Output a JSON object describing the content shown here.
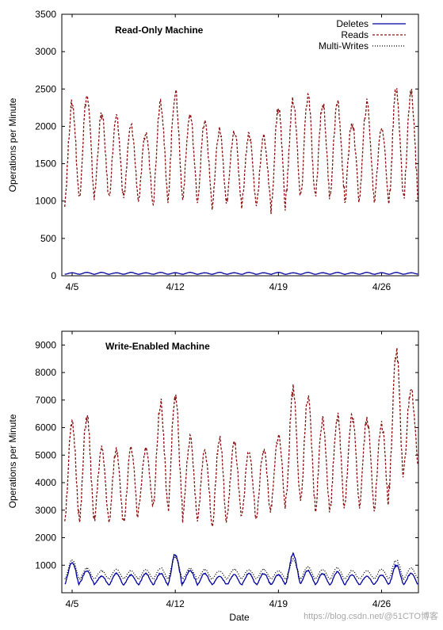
{
  "chart_data": [
    {
      "type": "line",
      "title": "Read-Only Machine",
      "xlabel": "",
      "ylabel": "Operations per Minute",
      "ylim": [
        0,
        3500
      ],
      "yticks": [
        "0",
        "500",
        "1000",
        "1500",
        "2000",
        "2500",
        "3000",
        "3500"
      ],
      "xticks": [
        "4/5",
        "4/12",
        "4/19",
        "4/26"
      ],
      "legend_position": "top-right",
      "series": [
        {
          "name": "Deletes",
          "color": "#0000a0",
          "style": "solid",
          "peaks": [
            40,
            45,
            45,
            40,
            45,
            40,
            45,
            40,
            45,
            40,
            45,
            40,
            45,
            40,
            45,
            40,
            45,
            40,
            45,
            40,
            45,
            40,
            45,
            40
          ],
          "troughs": [
            20,
            20,
            20,
            20,
            20,
            20,
            20,
            20,
            20,
            20,
            20,
            20,
            20,
            20,
            20,
            20,
            20,
            20,
            20,
            20,
            20,
            20,
            20,
            20
          ]
        },
        {
          "name": "Reads",
          "color": "#8b1010",
          "style": "dashed",
          "peaks": [
            2300,
            2400,
            2150,
            2100,
            2000,
            1900,
            2350,
            2450,
            2150,
            2050,
            1950,
            1950,
            1900,
            1850,
            2250,
            2350,
            2400,
            2300,
            2300,
            2050,
            2300,
            2000,
            2500,
            2450
          ],
          "troughs": [
            1000,
            1100,
            1050,
            1050,
            1050,
            1000,
            1000,
            1050,
            1050,
            1000,
            900,
            1000,
            950,
            950,
            900,
            1050,
            1000,
            1050,
            1100,
            1000,
            1050,
            1000,
            1000,
            1050
          ]
        },
        {
          "name": "Multi-Writes",
          "color": "#000000",
          "style": "dotted",
          "peaks": [],
          "troughs": []
        }
      ]
    },
    {
      "type": "line",
      "title": "Write-Enabled Machine",
      "xlabel": "Date",
      "ylabel": "Operations per Minute",
      "ylim": [
        0,
        9500
      ],
      "yticks": [
        "1000",
        "2000",
        "3000",
        "4000",
        "5000",
        "6000",
        "7000",
        "8000",
        "9000"
      ],
      "xticks": [
        "4/5",
        "4/12",
        "4/19",
        "4/26"
      ],
      "series": [
        {
          "name": "Deletes",
          "color": "#0000a0",
          "style": "solid",
          "peaks": [
            1100,
            800,
            600,
            700,
            650,
            700,
            700,
            1400,
            800,
            700,
            600,
            650,
            700,
            700,
            650,
            1400,
            800,
            700,
            750,
            650,
            600,
            650,
            1000,
            700
          ],
          "troughs": [
            300,
            350,
            300,
            300,
            300,
            300,
            300,
            300,
            350,
            300,
            300,
            300,
            300,
            300,
            300,
            350,
            350,
            300,
            300,
            300,
            300,
            300,
            300,
            300
          ]
        },
        {
          "name": "Reads",
          "color": "#8b1010",
          "style": "dashed",
          "peaks": [
            6100,
            6400,
            5200,
            5200,
            5200,
            5200,
            6900,
            7100,
            5600,
            5200,
            5600,
            5400,
            5100,
            5200,
            5700,
            7400,
            7000,
            6300,
            6400,
            6400,
            6300,
            6100,
            8800,
            7400
          ],
          "troughs": [
            2700,
            2500,
            2600,
            2500,
            2500,
            3100,
            3100,
            3000,
            2700,
            2600,
            2400,
            2700,
            2700,
            2700,
            3100,
            3200,
            3200,
            2900,
            3000,
            3300,
            3200,
            3100,
            3800,
            4500
          ]
        },
        {
          "name": "Multi-Writes",
          "color": "#000000",
          "style": "dotted",
          "peaks": [
            1200,
            900,
            800,
            850,
            800,
            850,
            900,
            1300,
            900,
            850,
            800,
            850,
            850,
            850,
            800,
            1200,
            950,
            850,
            900,
            800,
            800,
            850,
            1200,
            900
          ],
          "troughs": [
            500,
            500,
            500,
            500,
            500,
            500,
            500,
            500,
            500,
            500,
            500,
            500,
            500,
            500,
            500,
            500,
            500,
            500,
            500,
            500,
            500,
            500,
            500,
            500
          ]
        }
      ]
    }
  ],
  "watermark": "https://blog.csdn.net/@51CTO博客"
}
